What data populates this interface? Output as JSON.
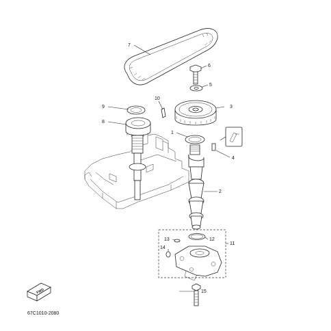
{
  "diagram": {
    "code": "67C1010-2080",
    "fwd_label": "FWD",
    "callouts": [
      {
        "id": "c1",
        "text": "1"
      },
      {
        "id": "c2",
        "text": "2"
      },
      {
        "id": "c3",
        "text": "3"
      },
      {
        "id": "c4",
        "text": "4"
      },
      {
        "id": "c5",
        "text": "5"
      },
      {
        "id": "c6",
        "text": "6"
      },
      {
        "id": "c7",
        "text": "7"
      },
      {
        "id": "c8",
        "text": "8"
      },
      {
        "id": "c9",
        "text": "9"
      },
      {
        "id": "c10",
        "text": "10"
      },
      {
        "id": "c11",
        "text": "11"
      },
      {
        "id": "c12",
        "text": "12"
      },
      {
        "id": "c13",
        "text": "13"
      },
      {
        "id": "c14",
        "text": "14"
      },
      {
        "id": "c15",
        "text": "15"
      }
    ]
  }
}
